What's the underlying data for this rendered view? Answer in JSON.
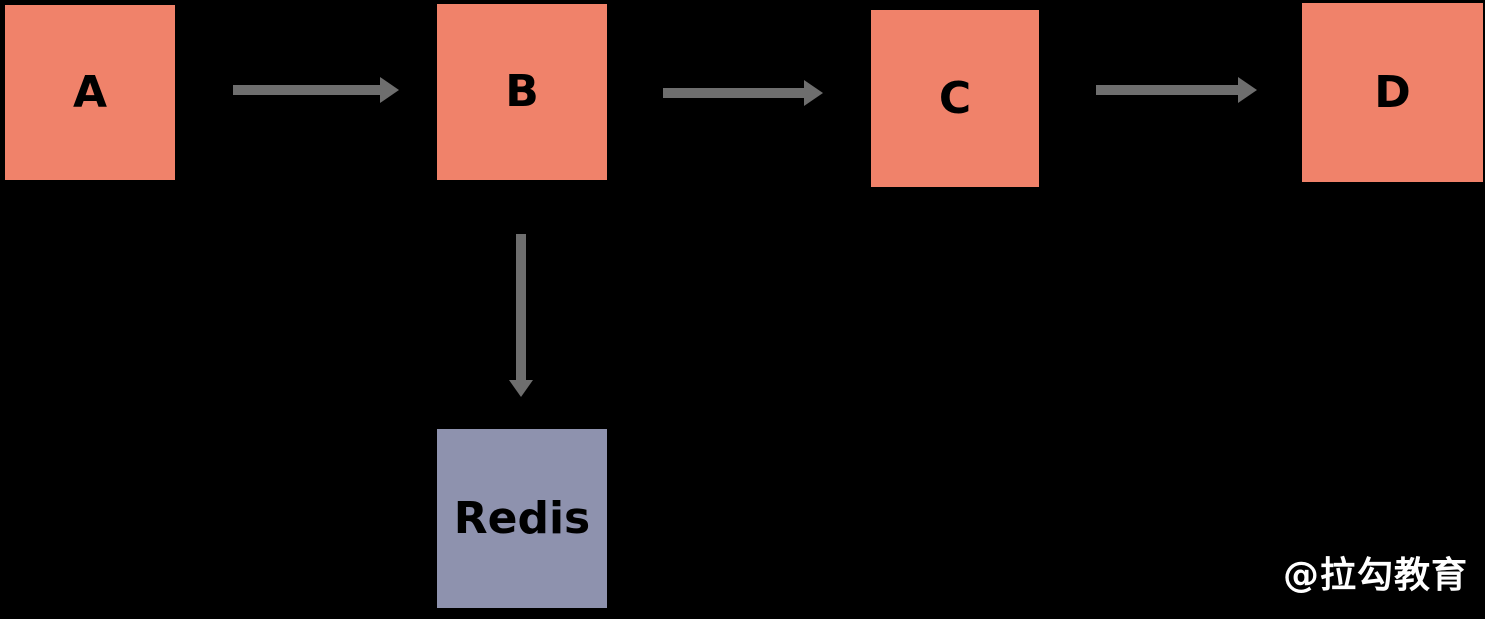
{
  "diagram": {
    "type": "flow-diagram",
    "nodes": [
      {
        "id": "A",
        "label": "A",
        "fill": "#F0826A"
      },
      {
        "id": "B",
        "label": "B",
        "fill": "#F0826A"
      },
      {
        "id": "C",
        "label": "C",
        "fill": "#F0826A"
      },
      {
        "id": "D",
        "label": "D",
        "fill": "#F0826A"
      },
      {
        "id": "Redis",
        "label": "Redis",
        "fill": "#8E92AE"
      }
    ],
    "edges": [
      {
        "from": "A",
        "to": "B",
        "direction": "right"
      },
      {
        "from": "B",
        "to": "C",
        "direction": "right"
      },
      {
        "from": "C",
        "to": "D",
        "direction": "right"
      },
      {
        "from": "B",
        "to": "Redis",
        "direction": "down"
      }
    ]
  },
  "colors": {
    "background": "#000000",
    "node_fill": "#F0826A",
    "redis_fill": "#8E92AE",
    "arrow": "#6E6E6E",
    "node_label": "#000000",
    "watermark": "#FFFFFF"
  },
  "watermark": {
    "text": "@拉勾教育"
  }
}
